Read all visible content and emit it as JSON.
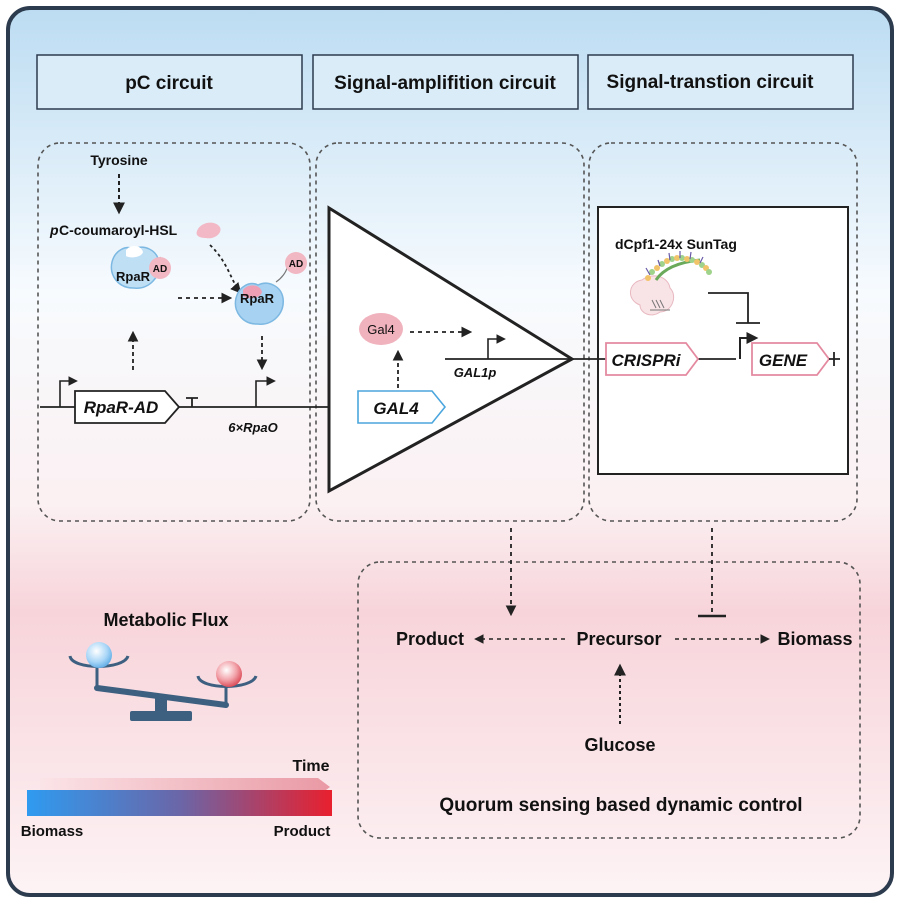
{
  "headers": {
    "pc_circuit": "pC circuit",
    "signal_amplification": "Signal-amplifition circuit",
    "signal_transition": "Signal-transtion circuit"
  },
  "pc_panel": {
    "tyrosine": "Tyrosine",
    "p_prefix": "p",
    "hsl_rest": "C-coumaroyl-HSL",
    "rpar": "RpaR",
    "ad": "AD",
    "rpar_ad_gene": "RpaR-AD",
    "promoter": "6×RpaO"
  },
  "amp_panel": {
    "gal4_protein": "Gal4",
    "gal4_gene": "GAL4",
    "gal1p": "GAL1p"
  },
  "trans_panel": {
    "dcpf1": "dCpf1-24x SunTag",
    "crispri": "CRISPRi",
    "gene": "GENE"
  },
  "flux_panel": {
    "title": "Metabolic Flux",
    "time": "Time",
    "biomass": "Biomass",
    "product": "Product"
  },
  "qs_panel": {
    "product": "Product",
    "precursor": "Precursor",
    "biomass": "Biomass",
    "glucose": "Glucose",
    "title": "Quorum sensing based dynamic control"
  },
  "colors": {
    "product_red": "#c0282f",
    "biomass_blue": "#1f78c8",
    "frame": "#2d3b4e",
    "header_fill": "#d9ecf8",
    "balance": "#3d5f80"
  }
}
